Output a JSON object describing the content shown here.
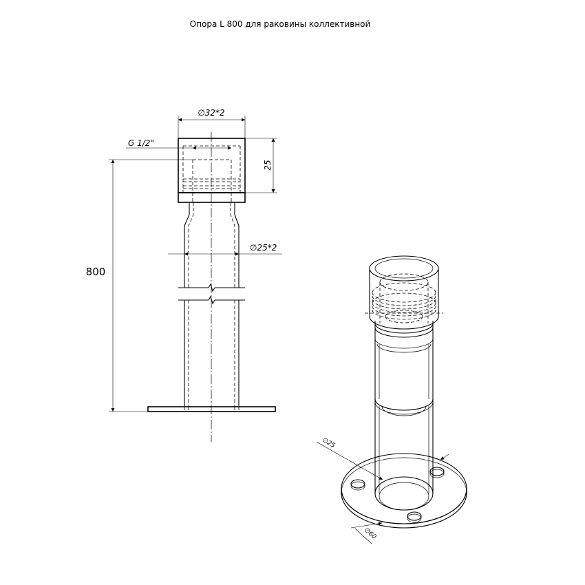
{
  "title": "Опора L 800 для раковины коллективной",
  "front_view": {
    "dim_outer_diameter": "∅32*2",
    "dim_thread": "G 1/2\"",
    "dim_socket_height": "25",
    "dim_length": "800",
    "dim_pipe_diameter": "∅25*2"
  },
  "iso_view": {
    "dim_pipe_diameter": "∅25",
    "dim_flange_diameter": "∅60"
  }
}
